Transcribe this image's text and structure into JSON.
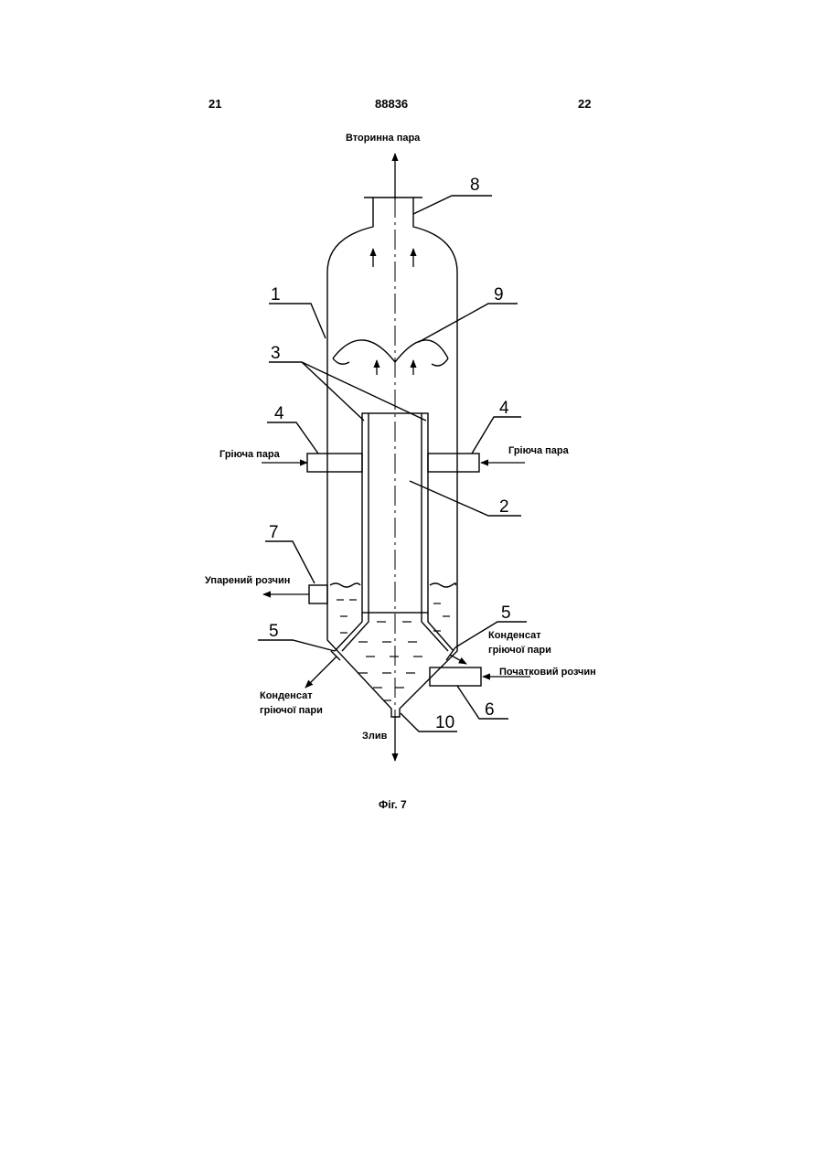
{
  "header": {
    "page_left": "21",
    "patent_number": "88836",
    "page_right": "22"
  },
  "figure": {
    "caption": "Фіг. 7",
    "labels": {
      "secondary_steam": "Вторинна пара",
      "heating_steam_left": "Гріюча пара",
      "heating_steam_right": "Гріюча пара",
      "evaporated_solution": "Упарений розчин",
      "condensate_left_1": "Конденсат",
      "condensate_left_2": "гріючої пари",
      "condensate_right_1": "Конденсат",
      "condensate_right_2": "гріючої пари",
      "initial_solution": "Початковий розчин",
      "drain": "Злив"
    },
    "callouts": {
      "n1": "1",
      "n2": "2",
      "n3": "3",
      "n4_left": "4",
      "n4_right": "4",
      "n5_left": "5",
      "n5_right": "5",
      "n6": "6",
      "n7": "7",
      "n8": "8",
      "n9": "9",
      "n10": "10"
    }
  }
}
